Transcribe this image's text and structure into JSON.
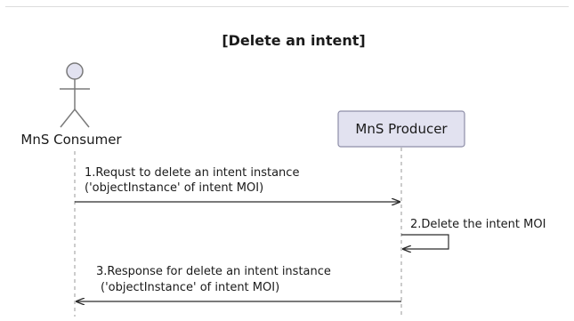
{
  "title": "[Delete an intent]",
  "participants": {
    "consumer": {
      "name": "MnS Consumer"
    },
    "producer": {
      "name": "MnS Producer"
    }
  },
  "messages": [
    {
      "from": "MnS Consumer",
      "to": "MnS Producer",
      "lines": [
        "1.Requst to delete an intent instance",
        "('objectInstance' of intent MOI)"
      ]
    },
    {
      "from": "MnS Producer",
      "to": "MnS Producer",
      "lines": [
        "2.Delete the intent MOI"
      ]
    },
    {
      "from": "MnS Producer",
      "to": "MnS Consumer",
      "lines": [
        "3.Response for delete an intent instance",
        "('objectInstance' of intent MOI)"
      ]
    }
  ],
  "colors": {
    "actor_fill": "#e2e2f0",
    "actor_stroke": "#7a7a7a",
    "participant_fill": "#e2e2f0",
    "participant_stroke": "#8e8ea8",
    "lifeline": "#9a9a9a",
    "arrow": "#2b2b2b"
  }
}
